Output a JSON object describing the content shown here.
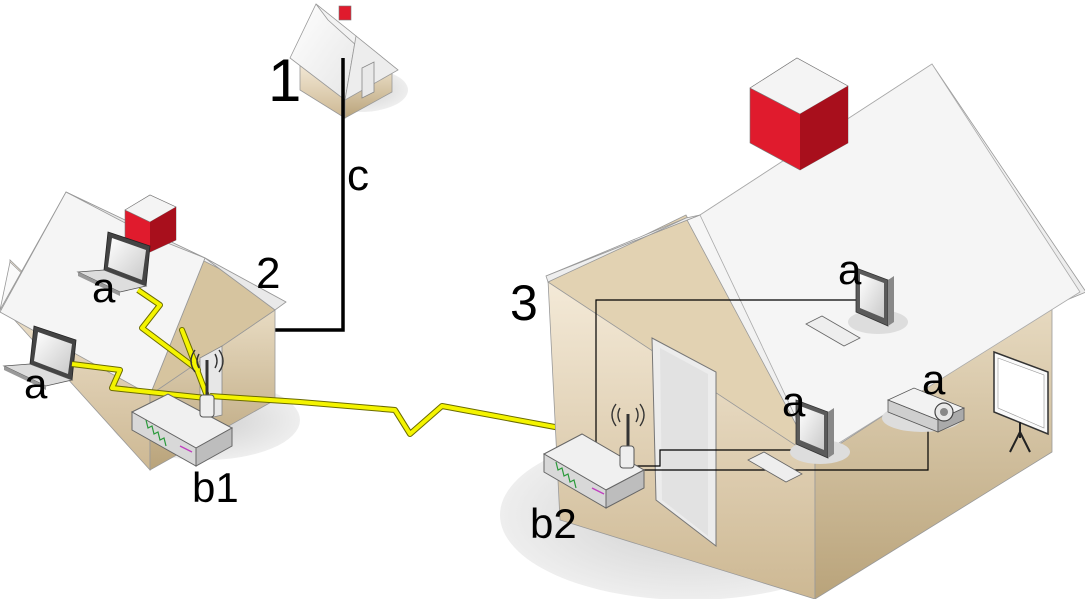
{
  "labels": {
    "house1": "1",
    "house2": "2",
    "house3": "3",
    "cable": "c",
    "router1": "b1",
    "router2": "b2",
    "laptop_top": "a",
    "laptop_left": "a",
    "monitor_top": "a",
    "monitor_mid": "a",
    "projector": "a"
  },
  "colors": {
    "roof": "#f7f7f7",
    "wall_light": "#f1e6d3",
    "wall_dark": "#c8b48f",
    "chimney_red": "#e01b2d",
    "chimney_dark": "#a80f1c",
    "wireless_bolt": "#f4f400",
    "cable": "#000000",
    "shadow": "#d9d9d9"
  }
}
